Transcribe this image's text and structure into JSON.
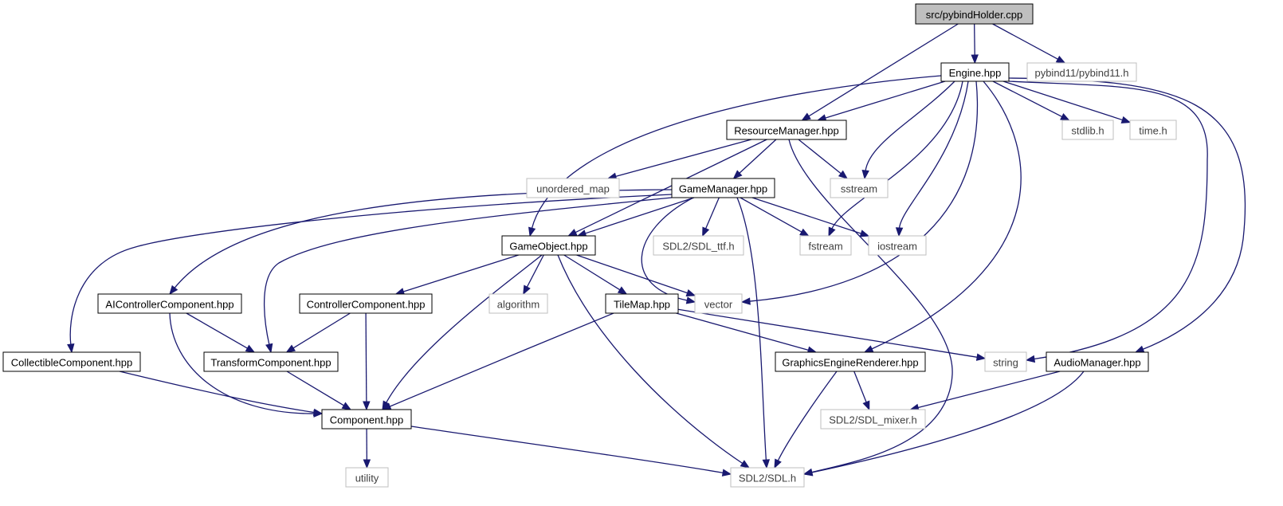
{
  "diagram": {
    "nodes": [
      {
        "id": "pybindHolder",
        "label": "src/pybindHolder.cpp",
        "kind": "root"
      },
      {
        "id": "engine",
        "label": "Engine.hpp",
        "kind": "header"
      },
      {
        "id": "pybind11",
        "label": "pybind11/pybind11.h",
        "kind": "external"
      },
      {
        "id": "resourceManager",
        "label": "ResourceManager.hpp",
        "kind": "header"
      },
      {
        "id": "stdlib",
        "label": "stdlib.h",
        "kind": "external"
      },
      {
        "id": "time",
        "label": "time.h",
        "kind": "external"
      },
      {
        "id": "unordered_map",
        "label": "unordered_map",
        "kind": "external"
      },
      {
        "id": "gameManager",
        "label": "GameManager.hpp",
        "kind": "header"
      },
      {
        "id": "sstream",
        "label": "sstream",
        "kind": "external"
      },
      {
        "id": "gameObject",
        "label": "GameObject.hpp",
        "kind": "header"
      },
      {
        "id": "sdl_ttf",
        "label": "SDL2/SDL_ttf.h",
        "kind": "external"
      },
      {
        "id": "fstream",
        "label": "fstream",
        "kind": "external"
      },
      {
        "id": "iostream",
        "label": "iostream",
        "kind": "external"
      },
      {
        "id": "aiController",
        "label": "AIControllerComponent.hpp",
        "kind": "header"
      },
      {
        "id": "controller",
        "label": "ControllerComponent.hpp",
        "kind": "header"
      },
      {
        "id": "algorithm",
        "label": "algorithm",
        "kind": "external"
      },
      {
        "id": "tileMap",
        "label": "TileMap.hpp",
        "kind": "header"
      },
      {
        "id": "vector",
        "label": "vector",
        "kind": "external"
      },
      {
        "id": "collectible",
        "label": "CollectibleComponent.hpp",
        "kind": "header"
      },
      {
        "id": "transform",
        "label": "TransformComponent.hpp",
        "kind": "header"
      },
      {
        "id": "graphicsRenderer",
        "label": "GraphicsEngineRenderer.hpp",
        "kind": "header"
      },
      {
        "id": "string",
        "label": "string",
        "kind": "external"
      },
      {
        "id": "audioManager",
        "label": "AudioManager.hpp",
        "kind": "header"
      },
      {
        "id": "component",
        "label": "Component.hpp",
        "kind": "header"
      },
      {
        "id": "sdl_mixer",
        "label": "SDL2/SDL_mixer.h",
        "kind": "external"
      },
      {
        "id": "utility",
        "label": "utility",
        "kind": "external"
      },
      {
        "id": "sdl",
        "label": "SDL2/SDL.h",
        "kind": "external"
      }
    ],
    "edges": [
      {
        "from": "pybindHolder",
        "to": "engine"
      },
      {
        "from": "pybindHolder",
        "to": "resourceManager"
      },
      {
        "from": "pybindHolder",
        "to": "pybind11"
      },
      {
        "from": "engine",
        "to": "resourceManager"
      },
      {
        "from": "engine",
        "to": "gameObject"
      },
      {
        "from": "engine",
        "to": "sstream"
      },
      {
        "from": "engine",
        "to": "fstream"
      },
      {
        "from": "engine",
        "to": "iostream"
      },
      {
        "from": "engine",
        "to": "vector"
      },
      {
        "from": "engine",
        "to": "graphicsRenderer"
      },
      {
        "from": "engine",
        "to": "stdlib"
      },
      {
        "from": "engine",
        "to": "time"
      },
      {
        "from": "engine",
        "to": "string"
      },
      {
        "from": "engine",
        "to": "audioManager"
      },
      {
        "from": "resourceManager",
        "to": "unordered_map"
      },
      {
        "from": "resourceManager",
        "to": "gameManager"
      },
      {
        "from": "resourceManager",
        "to": "gameObject"
      },
      {
        "from": "resourceManager",
        "to": "sstream"
      },
      {
        "from": "resourceManager",
        "to": "sdl"
      },
      {
        "from": "gameManager",
        "to": "gameObject"
      },
      {
        "from": "gameManager",
        "to": "sdl_ttf"
      },
      {
        "from": "gameManager",
        "to": "fstream"
      },
      {
        "from": "gameManager",
        "to": "iostream"
      },
      {
        "from": "gameManager",
        "to": "vector"
      },
      {
        "from": "gameManager",
        "to": "sdl"
      },
      {
        "from": "gameManager",
        "to": "aiController"
      },
      {
        "from": "gameManager",
        "to": "collectible"
      },
      {
        "from": "gameManager",
        "to": "transform"
      },
      {
        "from": "gameObject",
        "to": "controller"
      },
      {
        "from": "gameObject",
        "to": "algorithm"
      },
      {
        "from": "gameObject",
        "to": "tileMap"
      },
      {
        "from": "gameObject",
        "to": "vector"
      },
      {
        "from": "gameObject",
        "to": "component"
      },
      {
        "from": "gameObject",
        "to": "sdl"
      },
      {
        "from": "aiController",
        "to": "transform"
      },
      {
        "from": "aiController",
        "to": "component"
      },
      {
        "from": "controller",
        "to": "transform"
      },
      {
        "from": "controller",
        "to": "component"
      },
      {
        "from": "tileMap",
        "to": "graphicsRenderer"
      },
      {
        "from": "tileMap",
        "to": "string"
      },
      {
        "from": "tileMap",
        "to": "component"
      },
      {
        "from": "collectible",
        "to": "component"
      },
      {
        "from": "transform",
        "to": "component"
      },
      {
        "from": "graphicsRenderer",
        "to": "sdl_mixer"
      },
      {
        "from": "graphicsRenderer",
        "to": "sdl"
      },
      {
        "from": "audioManager",
        "to": "sdl_mixer"
      },
      {
        "from": "audioManager",
        "to": "sdl"
      },
      {
        "from": "component",
        "to": "utility"
      },
      {
        "from": "component",
        "to": "sdl"
      }
    ]
  },
  "colors": {
    "edge": "#191970",
    "header_border": "#000000",
    "external_border": "#bfbfbf",
    "root_fill": "#bfbfbf",
    "external_text": "#404040"
  }
}
